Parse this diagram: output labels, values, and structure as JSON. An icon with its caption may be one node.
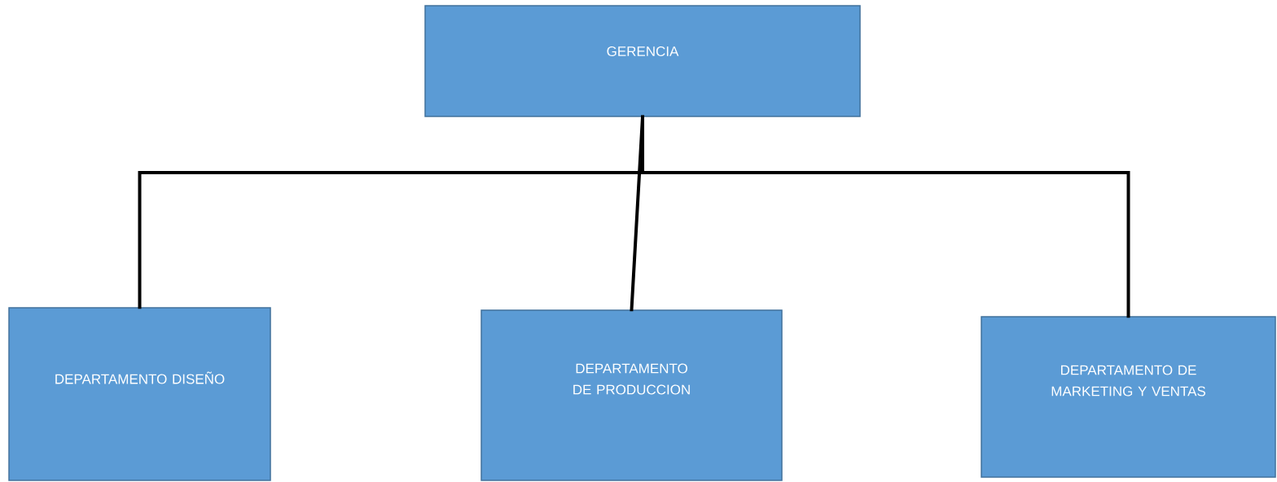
{
  "diagram": {
    "nodes": [
      {
        "text": [
          "GERENCIA"
        ]
      },
      {
        "text": [
          "DEPARTAMENTO DISEÑO"
        ]
      },
      {
        "text": [
          "DEPARTAMENTO DE PRODUCCION"
        ]
      },
      {
        "text": [
          "DEPARTAMENTO DE MARKETING Y VENTAS"
        ]
      }
    ],
    "edges": [
      {
        "from": 0,
        "to": 1,
        "arrow": "none"
      },
      {
        "from": 0,
        "to": 2,
        "arrow": "none"
      },
      {
        "from": 0,
        "to": 3,
        "arrow": "none"
      }
    ]
  }
}
